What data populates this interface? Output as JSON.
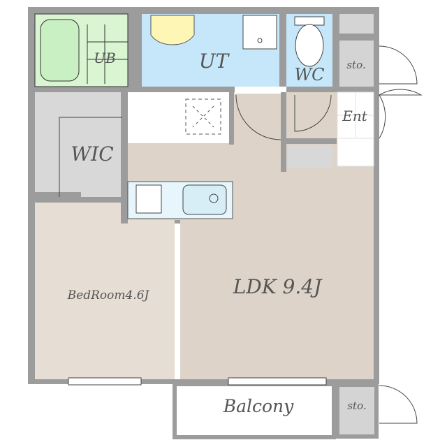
{
  "rooms": {
    "ub": "UB",
    "ut": "UT",
    "wc": "WC",
    "sto_top": "sto.",
    "ent": "Ent",
    "wic": "WIC",
    "bedroom": "BedRoom4.6J",
    "ldk": "LDK 9.4J",
    "balcony": "Balcony",
    "sto_bottom": "sto."
  },
  "colors": {
    "wall": "#9c9c9c",
    "ub": "#d9f5d2",
    "ut": "#c6e7fa",
    "storage": "#d4d4d4",
    "floor": "#ddd3c8",
    "bedroom": "#e6ddd4"
  }
}
